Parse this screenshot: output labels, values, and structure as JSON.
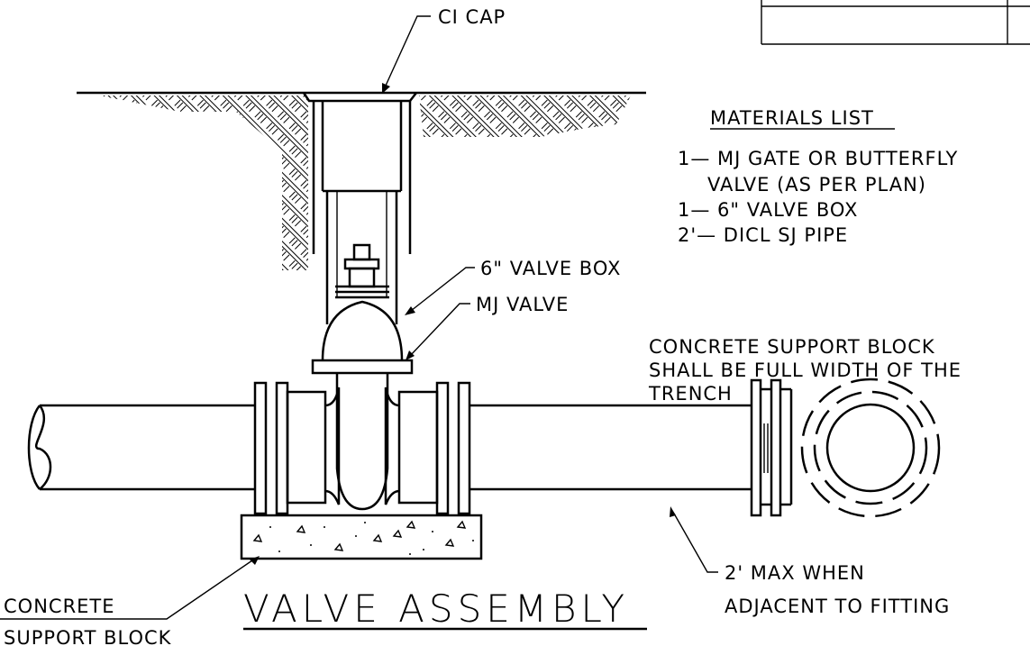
{
  "title": "VALVE ASSEMBLY",
  "materials": {
    "heading": "MATERIALS LIST",
    "items": [
      "1— MJ GATE OR BUTTERFLY",
      "VALVE (AS PER PLAN)",
      "1— 6\" VALVE BOX",
      "2'— DICL SJ PIPE"
    ]
  },
  "callouts": {
    "ci_cap": "CI CAP",
    "valve_box": "6\" VALVE BOX",
    "mj_valve": "MJ VALVE",
    "support_note": [
      "CONCRETE SUPPORT BLOCK",
      "SHALL BE FULL WIDTH OF THE",
      "TRENCH"
    ],
    "max_note": [
      "2' MAX WHEN",
      "ADJACENT TO FITTING"
    ],
    "concrete_block": [
      "CONCRETE",
      "SUPPORT BLOCK"
    ]
  }
}
